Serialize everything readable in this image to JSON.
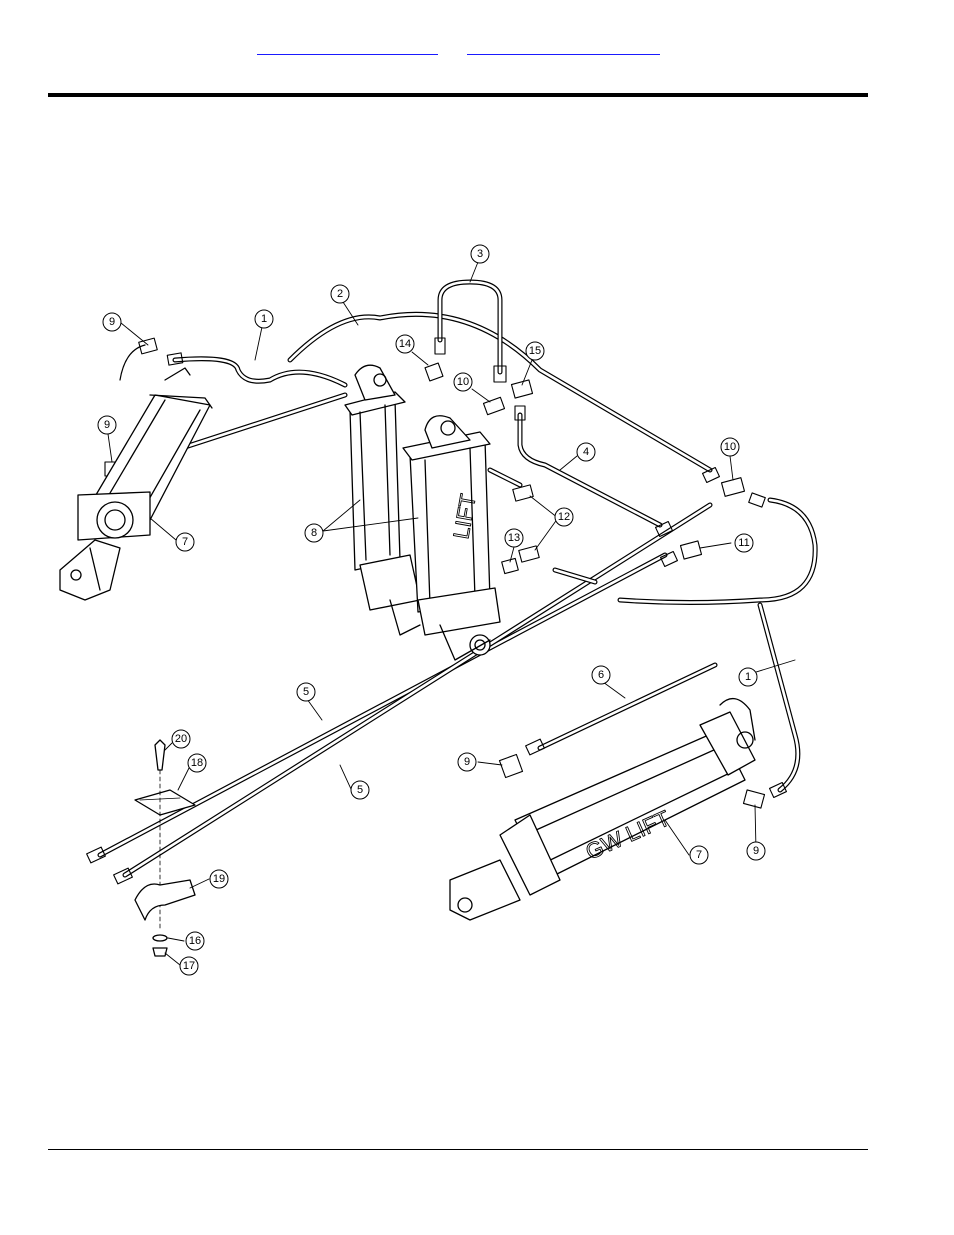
{
  "header": {
    "links": [
      {
        "label": ""
      },
      {
        "label": ""
      }
    ]
  },
  "diagram": {
    "callouts": [
      {
        "id": "c9a",
        "label": "9"
      },
      {
        "id": "c1a",
        "label": "1"
      },
      {
        "id": "c2",
        "label": "2"
      },
      {
        "id": "c3",
        "label": "3"
      },
      {
        "id": "c14",
        "label": "14"
      },
      {
        "id": "c15",
        "label": "15"
      },
      {
        "id": "c10a",
        "label": "10"
      },
      {
        "id": "c9b",
        "label": "9"
      },
      {
        "id": "c4",
        "label": "4"
      },
      {
        "id": "c10b",
        "label": "10"
      },
      {
        "id": "c8",
        "label": "8"
      },
      {
        "id": "c7a",
        "label": "7"
      },
      {
        "id": "c12",
        "label": "12"
      },
      {
        "id": "c13",
        "label": "13"
      },
      {
        "id": "c11",
        "label": "11"
      },
      {
        "id": "c1b",
        "label": "1"
      },
      {
        "id": "c6",
        "label": "6"
      },
      {
        "id": "c5a",
        "label": "5"
      },
      {
        "id": "c20",
        "label": "20"
      },
      {
        "id": "c18",
        "label": "18"
      },
      {
        "id": "c9c",
        "label": "9"
      },
      {
        "id": "c5b",
        "label": "5"
      },
      {
        "id": "c7b",
        "label": "7"
      },
      {
        "id": "c9d",
        "label": "9"
      },
      {
        "id": "c19",
        "label": "19"
      },
      {
        "id": "c16",
        "label": "16"
      },
      {
        "id": "c17",
        "label": "17"
      }
    ],
    "stencils": {
      "lift": "LIFT",
      "gw_lift": "GW LIFT"
    }
  }
}
